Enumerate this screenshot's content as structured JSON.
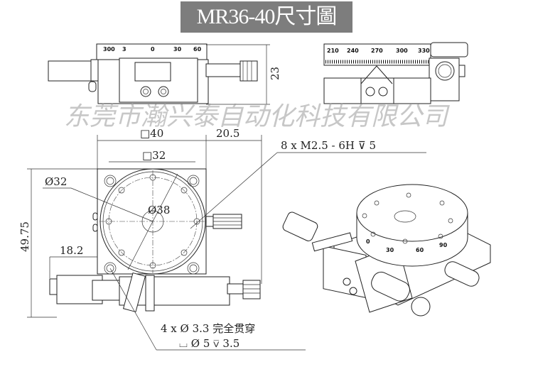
{
  "title": "MR36-40尺寸圖",
  "watermark": "东莞市瀚兴泰自动化科技有限公司",
  "side_view_left": {
    "scale_labels": [
      "300",
      "3",
      "0",
      "30",
      "60"
    ],
    "height_dim": "23"
  },
  "side_view_right": {
    "scale_labels": [
      "210",
      "240",
      "270",
      "300",
      "330"
    ]
  },
  "top_view": {
    "width_outer": "□40",
    "width_inner": "□32",
    "offset": "20.5",
    "diameter_inner": "Ø32",
    "diameter_outer": "Ø38",
    "height_total": "49.75",
    "micrometer_offset": "18.2",
    "tapped_holes": "8 x  M2.5 - 6H ⊽ 5",
    "through_holes_line1": "4 x  Ø 3.3 完全贯穿",
    "through_holes_line2": "⌴ Ø 5 ⊽ 3.5"
  },
  "iso_view": {
    "scale_labels": [
      "0",
      "30",
      "60",
      "90"
    ]
  }
}
